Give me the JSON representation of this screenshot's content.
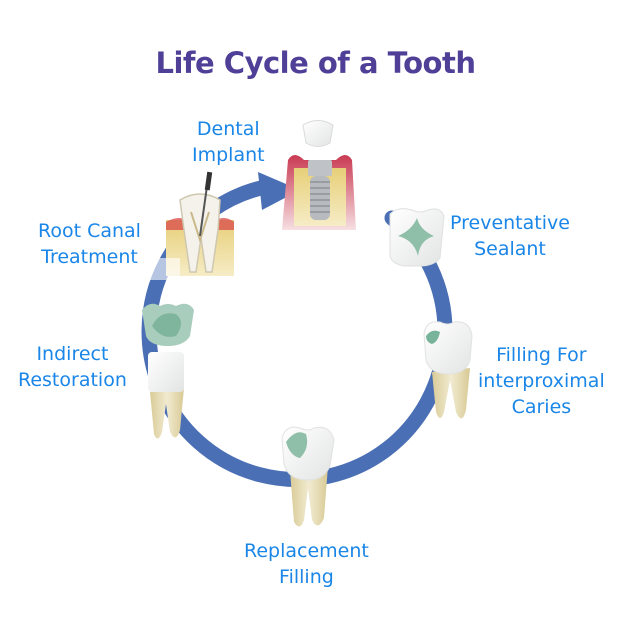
{
  "title": "Life Cycle of a Tooth",
  "colors": {
    "title": "#4f3f97",
    "label": "#1a86e8",
    "cycle_arrow": "#4a6fb5",
    "enamel": "#f4f5f4",
    "root": "#e6dcb2",
    "filling": "#8fbfa9",
    "gum": "#d3455a",
    "bone": "#e9d38a"
  },
  "stages": [
    {
      "id": "dental-implant",
      "lines": [
        "Dental",
        "Implant"
      ],
      "icon": "dental-implant-icon"
    },
    {
      "id": "preventative-sealant",
      "lines": [
        "Preventative",
        "Sealant"
      ],
      "icon": "sealant-tooth-icon"
    },
    {
      "id": "filling-interproximal",
      "lines": [
        "Filling For",
        "interproximal",
        "Caries"
      ],
      "icon": "small-filling-tooth-icon"
    },
    {
      "id": "replacement-filling",
      "lines": [
        "Replacement",
        "Filling"
      ],
      "icon": "large-filling-tooth-icon"
    },
    {
      "id": "indirect-restoration",
      "lines": [
        "Indirect",
        "Restoration"
      ],
      "icon": "crown-restoration-icon"
    },
    {
      "id": "root-canal",
      "lines": [
        "Root Canal",
        "Treatment"
      ],
      "icon": "root-canal-icon"
    }
  ]
}
